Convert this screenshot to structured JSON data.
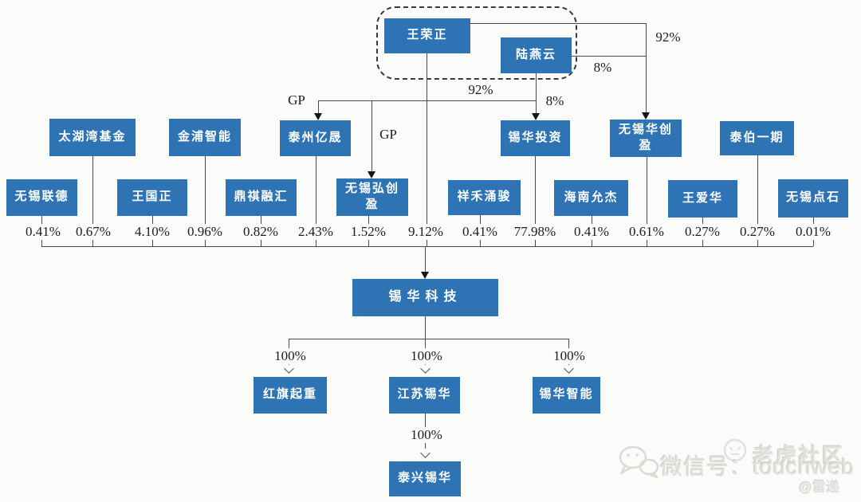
{
  "colors": {
    "box_blue": "#2E74B5",
    "line": "#4a4a4a",
    "watermark_gray": "#e1dfdc"
  },
  "controllers": {
    "wang": "王荣正",
    "lu": "陆燕云"
  },
  "top_edges": {
    "wang_to_huachuangying_pct": "92%",
    "lu_to_huachuangying_pct": "8%",
    "wang_to_xihuatouzi_pct": "92%",
    "lu_to_xihuatouzi_pct": "8%",
    "wang_gp_taizhou": "GP",
    "wang_gp_hongchuangying": "GP",
    "wang_direct_pct": "9.12%"
  },
  "shareholders": [
    {
      "name": "无锡联德",
      "pct": "0.41%"
    },
    {
      "name": "太湖湾基金",
      "pct": "0.67%"
    },
    {
      "name": "王国正",
      "pct": "4.10%"
    },
    {
      "name": "金浦智能",
      "pct": "0.96%"
    },
    {
      "name": "鼎祺融汇",
      "pct": "0.82%"
    },
    {
      "name": "泰州亿晟",
      "pct": "2.43%"
    },
    {
      "name": "无锡弘创盈",
      "pct": "1.52%"
    },
    {
      "name": "祥禾涌骏",
      "pct": "0.41%"
    },
    {
      "name": "锡华投资",
      "pct": "77.98%"
    },
    {
      "name": "海南允杰",
      "pct": "0.41%"
    },
    {
      "name": "无锡华创盈",
      "pct": "0.61%"
    },
    {
      "name": "王爱华",
      "pct": "0.27%"
    },
    {
      "name": "泰伯一期",
      "pct": "0.27%"
    },
    {
      "name": "无锡点石",
      "pct": "0.01%"
    }
  ],
  "company": {
    "name": "锡华科技"
  },
  "subsidiaries": [
    {
      "name": "红旗起重",
      "pct": "100%"
    },
    {
      "name": "江苏锡华",
      "pct": "100%"
    },
    {
      "name": "锡华智能",
      "pct": "100%"
    }
  ],
  "grandchild": {
    "name": "泰兴锡华",
    "pct": "100%"
  },
  "watermark": {
    "wechat": "微信号：touchweb",
    "community": "老虎社区",
    "author": "@雷递"
  }
}
